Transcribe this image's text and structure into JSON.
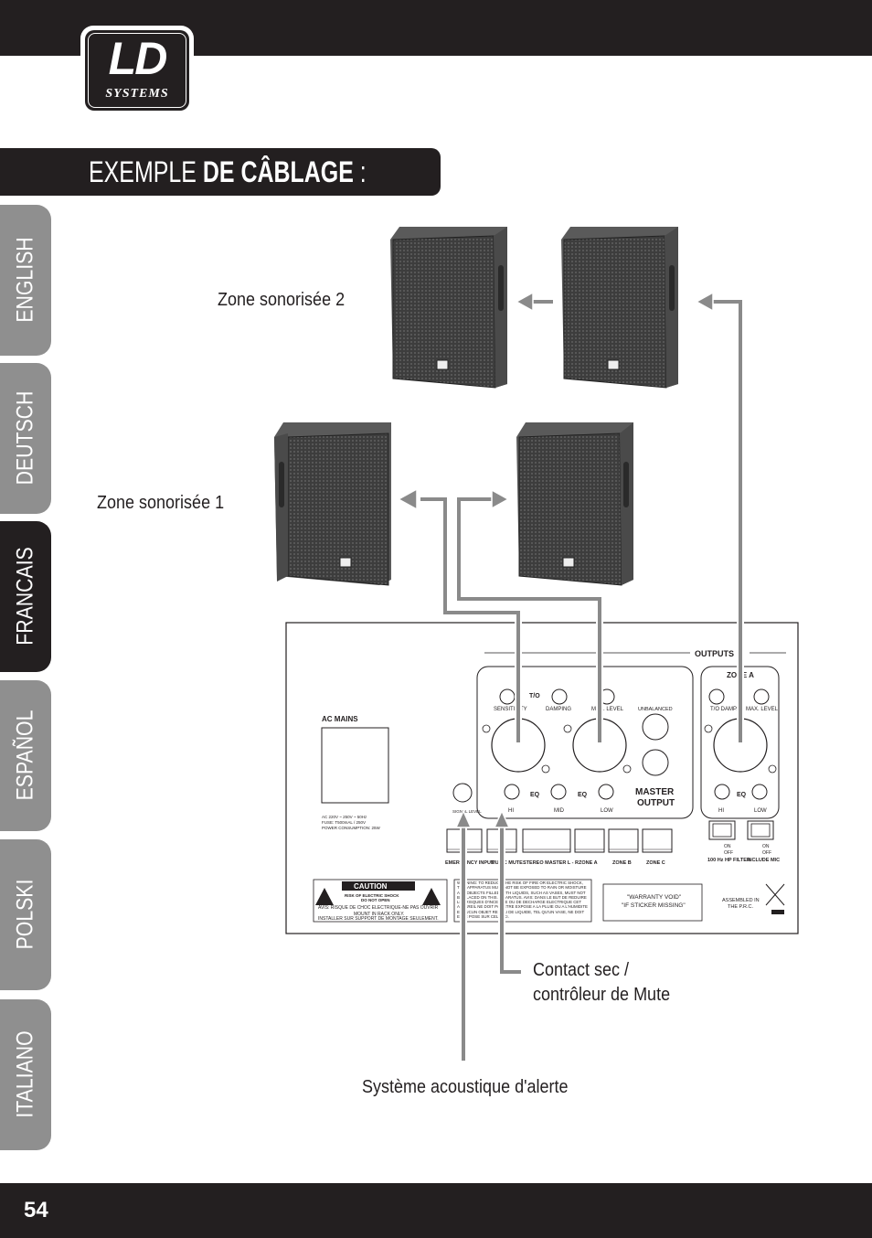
{
  "brand": {
    "logo_text": "LD",
    "logo_sub": "SYSTEMS"
  },
  "title": {
    "normal": "EXEMPLE ",
    "bold": "DE CÂBLAGE",
    "suffix": " :"
  },
  "language_tabs": [
    {
      "label": "ENGLISH",
      "active": false
    },
    {
      "label": "DEUTSCH",
      "active": false
    },
    {
      "label": "FRANCAIS",
      "active": true
    },
    {
      "label": "ESPAÑOL",
      "active": false
    },
    {
      "label": "POLSKI",
      "active": false
    },
    {
      "label": "ITALIANO",
      "active": false
    }
  ],
  "labels": {
    "zone2": "Zone sonorisée 2",
    "zone1": "Zone sonorisée 1",
    "contact_line1": "Contact sec /",
    "contact_line2": "contrôleur de Mute",
    "alert": "Système acoustique d'alerte"
  },
  "panel": {
    "outputs": "OUTPUTS",
    "zone_a": "ZONE A",
    "ac_mains": "AC MAINS",
    "ac_spec1": "AC 220V ~ 250V ~ 50Hz",
    "ac_spec2": "FUSE: T500mAL / 250V",
    "ac_spec3": "POWER CONSUMPTION: 25W",
    "to": "T/O",
    "sensitivity": "SENSITIVITY",
    "damping": "DAMPING",
    "max_level": "MAX. LEVEL",
    "unbalanced": "UNBALANCED",
    "eq": "EQ",
    "hi": "HI",
    "mid": "MID",
    "low": "LOW",
    "master_output_1": "MASTER",
    "master_output_2": "OUTPUT",
    "to_damp": "T/O DAMP.",
    "signal_level": "SIGNAL LEVEL",
    "emergency_input": "EMERGENCY INPUT",
    "music_mute": "MUSIC MUTE",
    "stereo_master": "STEREO MASTER L - R",
    "zone_a_t": "ZONE A",
    "zone_b_t": "ZONE B",
    "zone_c_t": "ZONE C",
    "hp_filter": "100 Hz HP FILTER",
    "include_mic": "INCLUDE MIC",
    "on": "ON",
    "off": "OFF",
    "caution": "CAUTION",
    "caution_sub1": "RISK OF ELECTRIC SHOCK",
    "caution_sub2": "DO NOT OPEN",
    "avis": "AVIS: RISQUE DE CHOC ELECTRIQUE-NE PAS OUVRIR",
    "mount1": "MOUNT IN RACK ONLY.",
    "mount2": "INSTALLER SUR SUPPORT DE MONTAGE SEULEMENT.",
    "warranty1": "\"WARRANTY VOID\"",
    "warranty2": "\"IF STICKER MISSING\"",
    "assembled1": "ASSEMBLED IN",
    "assembled2": "THE P.R.C.",
    "warning": "WARNING: TO REDUCE THE RISK OF FIRE OR ELECTRIC SHOCK, THIS APPARATUS MUST NOT BE EXPOSED TO RAIN OR MOISTURE AND OBJECTS FILLED WITH LIQUIDS, SUCH AS VASES, MUST NOT BE PLACED ON THIS APPARATUS. AVIS: DANS LE BUT DE REDUIRE LES RISQUES D'INCENDIE OU DE DECHARGE ELECTRIQUE CET APPAREIL NE DOIT PAS ETRE EXPOSE A LA PLUIE OU A L'HUMIDITE ET AUCUN OBJET REMPLI DE LIQUIDE, TEL QU'UN VASE, NE DOIT ETRE POSE SUR CELUI-CI."
  },
  "page_number": "54",
  "colors": {
    "dark": "#231f20",
    "tab_gray": "#8f8f8f",
    "cable": "#8a8a8a"
  }
}
